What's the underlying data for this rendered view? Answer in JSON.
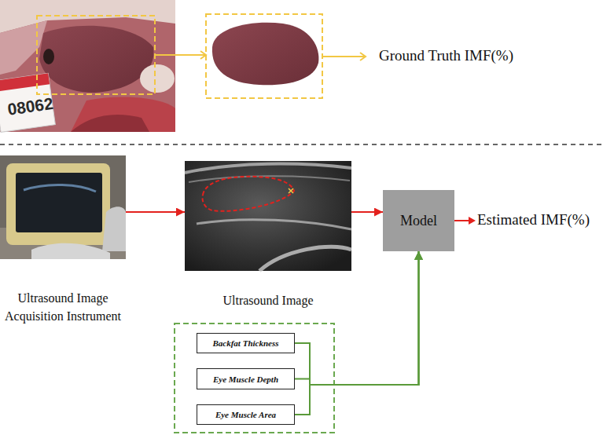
{
  "diagram": {
    "nodes": [
      {
        "text": [
          "Ultrasound Image Acquisition Instrument"
        ]
      },
      {
        "text": [
          "Ultrasound Image"
        ]
      },
      {
        "text": [
          "Model"
        ]
      },
      {
        "text": [
          "Backfat Thickness"
        ]
      },
      {
        "text": [
          "Eye Muscle Depth"
        ]
      },
      {
        "text": [
          "Eye Muscle Area"
        ]
      }
    ],
    "edges": [
      {
        "from": 0,
        "to": 1,
        "arrow": "to"
      },
      {
        "from": 1,
        "to": 2,
        "arrow": "to"
      },
      {
        "from": 3,
        "to": 2,
        "arrow": "to"
      },
      {
        "from": 4,
        "to": 2,
        "arrow": "to"
      },
      {
        "from": 5,
        "to": 2,
        "arrow": "to"
      }
    ],
    "labels": [
      "08062",
      "Ground Truth IMF(%)",
      "Estimated IMF(%)"
    ]
  }
}
